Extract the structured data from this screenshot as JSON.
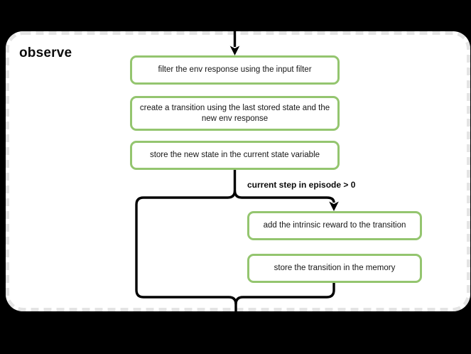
{
  "diagram": {
    "title": "observe",
    "nodes": [
      {
        "id": "filter-env-response",
        "label": "filter the env response using the input filter"
      },
      {
        "id": "create-transition",
        "label": "create a transition using the last stored state and the new env response"
      },
      {
        "id": "store-new-state",
        "label": "store the new state in the current state variable"
      },
      {
        "id": "add-intrinsic-reward",
        "label": "add the intrinsic reward to the transition"
      },
      {
        "id": "store-transition",
        "label": "store the transition in the memory"
      }
    ],
    "branch": {
      "condition_label": "current step in episode > 0"
    },
    "colors": {
      "canvas_bg": "#000000",
      "panel_bg": "#ffffff",
      "dash_border": "#e4e4e4",
      "node_border": "#94c56f",
      "line": "#000000"
    }
  }
}
